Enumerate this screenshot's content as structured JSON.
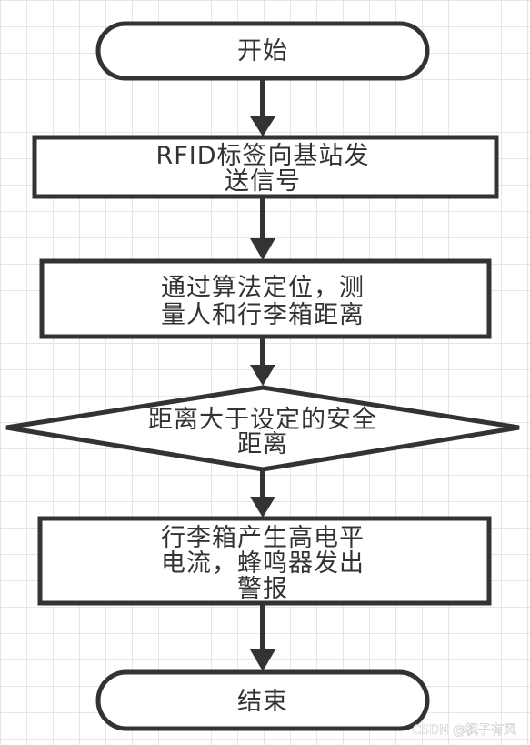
{
  "flowchart": {
    "start": "开始",
    "step_1": [
      "RFID标签向基站发",
      "送信号"
    ],
    "step_2": [
      "通过算法定位，测",
      "量人和行李箱距离"
    ],
    "decision": [
      "距离大于设定的安全",
      "距离"
    ],
    "step_3": [
      "行李箱产生高电平",
      "电流，蜂鸣器发出",
      "警报"
    ],
    "end": "结束"
  },
  "watermark": "CSDN @枫子有风",
  "colors": {
    "stroke": "#333333",
    "text": "#333333",
    "grid": "#e6e6e6",
    "background": "#ffffff"
  }
}
